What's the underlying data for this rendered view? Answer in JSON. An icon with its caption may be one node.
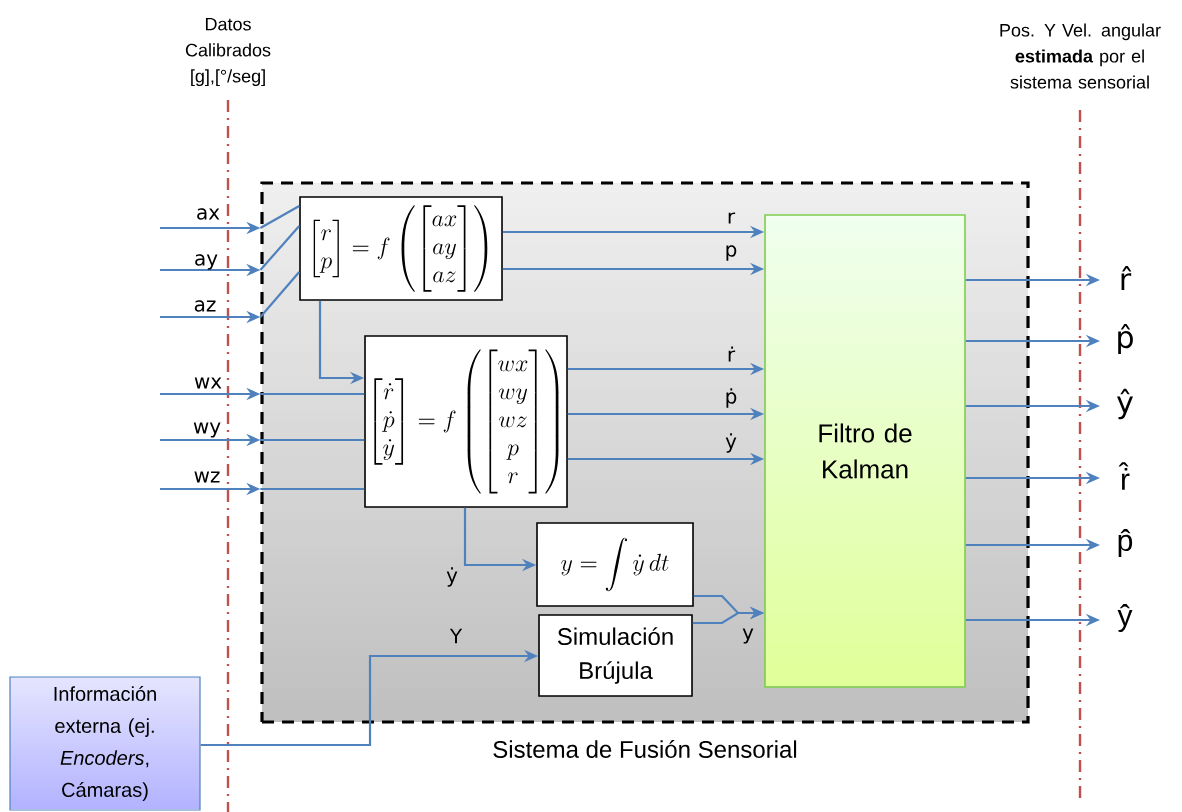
{
  "diagram": {
    "nodes": [
      {
        "text": [
          "Sistema de Fusión Sensorial"
        ]
      },
      {
        "text": [
          "\\begin{bmatrix}r\\\\p\\end{bmatrix}=f\\left(\\begin{bmatrix}ax\\\\ay\\\\az\\end{bmatrix}\\right)"
        ],
        "in": 0
      },
      {
        "text": [
          "\\begin{bmatrix}\\dot{r}\\\\\\dot{p}\\\\\\dot{y}\\end{bmatrix}=f\\left(\\begin{bmatrix}wx\\\\wy\\\\wz\\\\p\\\\r\\end{bmatrix}\\right)"
        ],
        "in": 0
      },
      {
        "text": [
          "y=\\int\\dot{y}\\,dt"
        ],
        "in": 0
      },
      {
        "text": [
          "Simulación Brújula"
        ],
        "in": 0
      },
      {
        "text": [
          "Filtro de Kalman"
        ],
        "in": 0
      },
      {
        "text": [
          "Información externa (ej. *Encoders*, Cámaras)"
        ]
      }
    ],
    "edges": [
      {
        "from": null,
        "to": 0,
        "arrow": "to",
        "label": "ax"
      },
      {
        "from": null,
        "to": 0,
        "arrow": "to",
        "label": "ay"
      },
      {
        "from": null,
        "to": 0,
        "arrow": "to",
        "label": "az"
      },
      {
        "from": null,
        "to": 0,
        "arrow": "to",
        "label": "wx"
      },
      {
        "from": null,
        "to": 0,
        "arrow": "to",
        "label": "wy"
      },
      {
        "from": null,
        "to": 0,
        "arrow": "to",
        "label": "wz"
      },
      {
        "from": 1,
        "to": 5,
        "arrow": "to",
        "label": "r"
      },
      {
        "from": 1,
        "to": 5,
        "arrow": "to",
        "label": "p"
      },
      {
        "from": 1,
        "to": 2,
        "arrow": "to"
      },
      {
        "from": 2,
        "to": 5,
        "arrow": "to",
        "label": "ṙ"
      },
      {
        "from": 2,
        "to": 5,
        "arrow": "to",
        "label": "ṗ"
      },
      {
        "from": 2,
        "to": 5,
        "arrow": "to",
        "label": "ẏ"
      },
      {
        "from": 2,
        "to": 3,
        "arrow": "to",
        "label": "ẏ"
      },
      {
        "from": 3,
        "to": 5,
        "arrow": "to",
        "label": "y"
      },
      {
        "from": 4,
        "to": 5,
        "arrow": "to"
      },
      {
        "from": 6,
        "to": 4,
        "arrow": "to",
        "label": "Y"
      },
      {
        "from": 5,
        "to": null,
        "arrow": "to",
        "label": "r̂"
      },
      {
        "from": 5,
        "to": null,
        "arrow": "to",
        "label": "p̂"
      },
      {
        "from": 5,
        "to": null,
        "arrow": "to",
        "label": "ŷ"
      },
      {
        "from": 5,
        "to": null,
        "arrow": "to",
        "label": "ṙ̂"
      },
      {
        "from": 5,
        "to": null,
        "arrow": "to",
        "label": "ṗ̂"
      },
      {
        "from": 5,
        "to": null,
        "arrow": "to",
        "label": "ẏ̂"
      },
      {
        "from": 0,
        "to": 1,
        "arrow": "none"
      },
      {
        "from": 0,
        "to": 1,
        "arrow": "none"
      },
      {
        "from": 0,
        "to": 1,
        "arrow": "none"
      },
      {
        "from": 0,
        "to": 2,
        "arrow": "none"
      },
      {
        "from": 0,
        "to": 2,
        "arrow": "none"
      },
      {
        "from": 0,
        "to": 2,
        "arrow": "none"
      }
    ],
    "labels": [
      "Datos Calibrados [g],[°/seg]",
      "Pos. Y Vel. angular **estimada** por el sistema sensorial"
    ]
  }
}
